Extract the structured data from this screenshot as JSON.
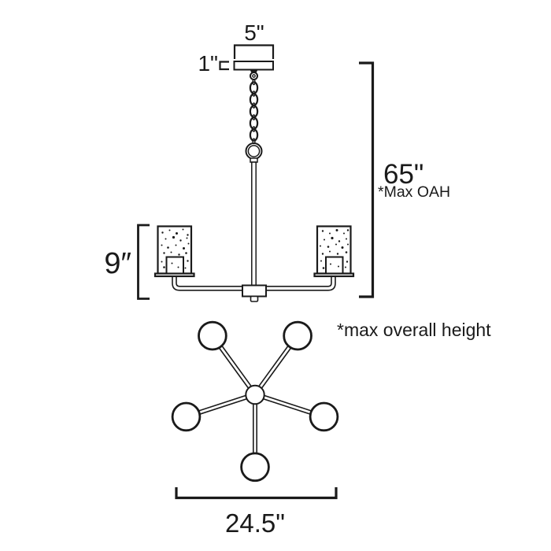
{
  "diagram_type": "chandelier-dimension-diagram",
  "style": {
    "line_color": "#1a1a1a",
    "background_color": "#ffffff"
  },
  "dimensions": {
    "canopy_width": {
      "label": "5\""
    },
    "canopy_height": {
      "label": "1\""
    },
    "shade_height": {
      "label": "9″"
    },
    "overall_height": {
      "label": "65\"",
      "note": "*Max OAH"
    },
    "fixture_width": {
      "label": "24.5\""
    }
  },
  "footnote": "*max overall height",
  "structure": {
    "chain_link_count": 5,
    "shade_count_side_view": 2,
    "arm_count_top_view": 5,
    "shade_count_top_view": 5
  }
}
